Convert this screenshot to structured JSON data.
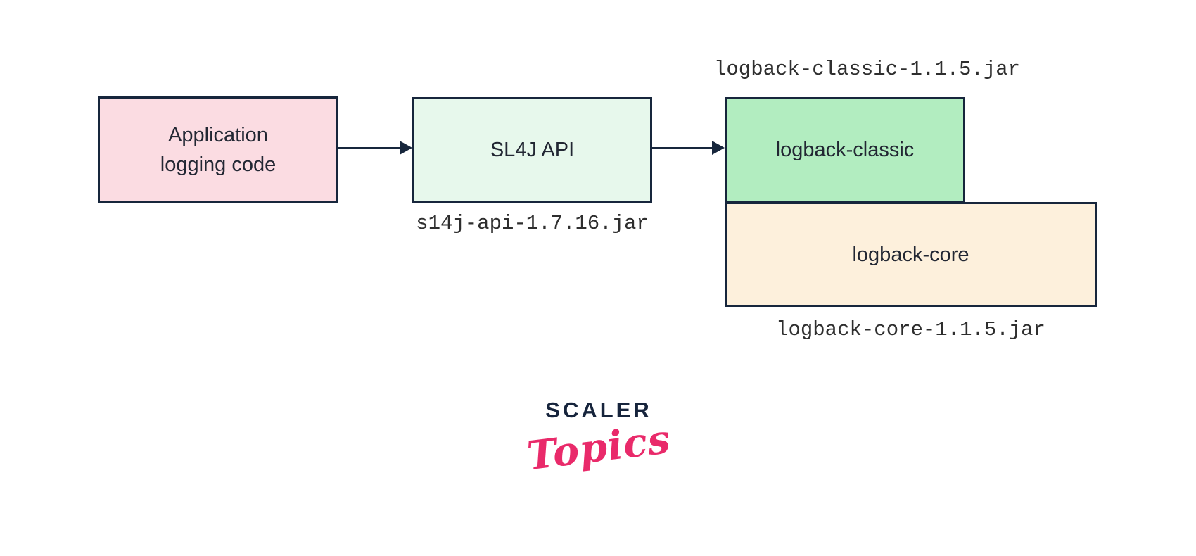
{
  "diagram": {
    "app_box": {
      "label": "Application logging code"
    },
    "slf4j_box": {
      "label": "SL4J API",
      "jar_label": "s14j-api-1.7.16.jar"
    },
    "classic_box": {
      "label": "logback-classic",
      "jar_label": "logback-classic-1.1.5.jar"
    },
    "core_box": {
      "label": "logback-core",
      "jar_label": "logback-core-1.1.5.jar"
    },
    "arrows": [
      {
        "from": "app_box",
        "to": "slf4j_box"
      },
      {
        "from": "slf4j_box",
        "to": "classic_box"
      }
    ],
    "colors": {
      "app_fill": "#fbdce2",
      "slf4j_fill": "#e7f8ec",
      "classic_fill": "#b2edc0",
      "core_fill": "#fdf0dc",
      "outline": "#17263c",
      "arrow": "#17263c",
      "box_text": "#222733",
      "jar_text": "#2e2e2e"
    }
  },
  "logo": {
    "brand": "SCALER",
    "word": "Topics",
    "brand_color": "#16243c",
    "word_color": "#e92a6a"
  }
}
